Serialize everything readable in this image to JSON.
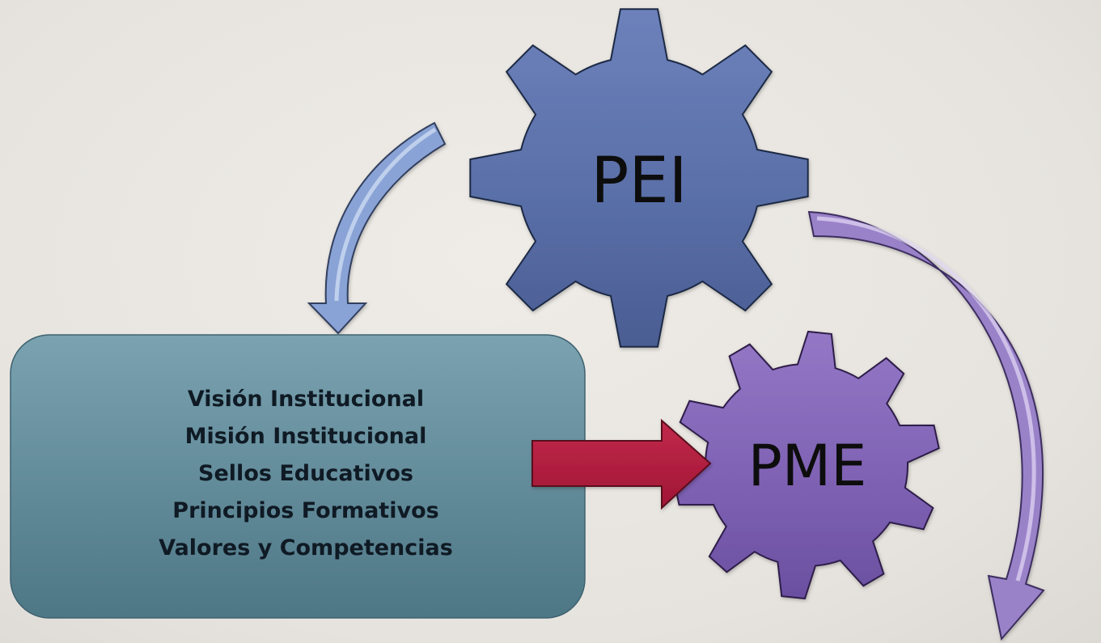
{
  "gears": {
    "pei": {
      "label": "PEI",
      "color": "#5a6fa8"
    },
    "pme": {
      "label": "PME",
      "color": "#7f62b4"
    }
  },
  "box": {
    "items": [
      "Visión Institucional",
      "Misión Institucional",
      "Sellos Educativos",
      "Principios Formativos",
      "Valores y Competencias"
    ],
    "color": "#5f8b99"
  },
  "arrows": {
    "pei_to_box": {
      "color": "#8aa3d6"
    },
    "box_to_pme": {
      "color": "#b52041"
    },
    "pei_to_bottom": {
      "color": "#9a82c9"
    }
  }
}
